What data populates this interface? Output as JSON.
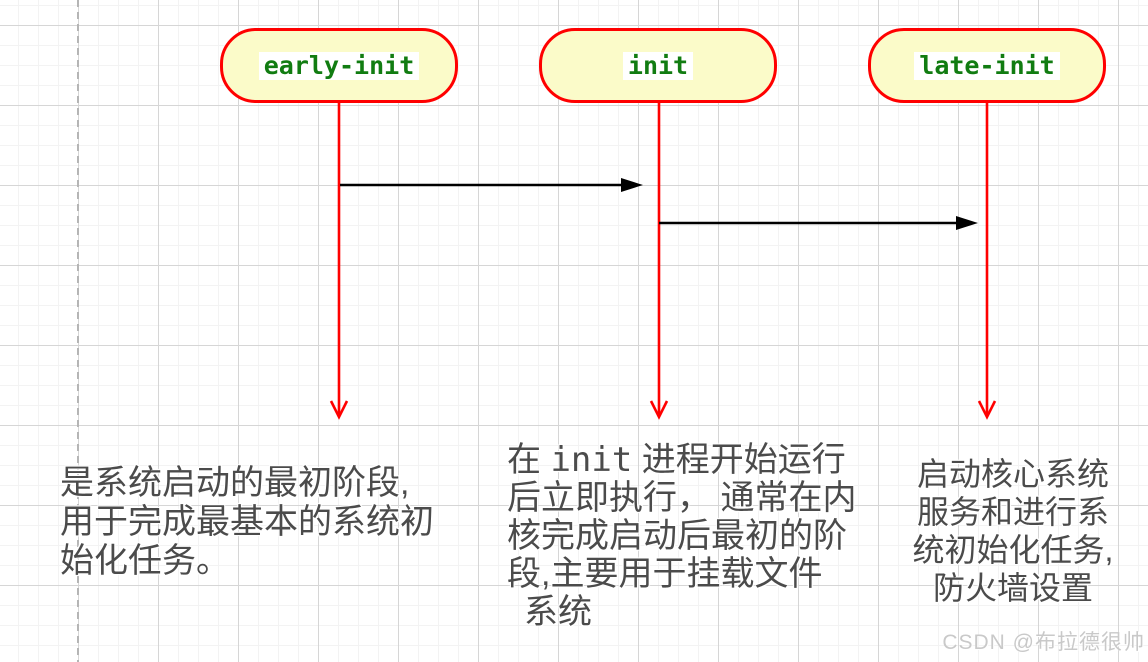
{
  "colors": {
    "node_border": "#ff0000",
    "node_fill": "#fbfbc9",
    "node_text": "#117c11",
    "lifeline": "#ff0000",
    "message_arrow": "#000000",
    "description_text": "#4b4b4b",
    "grid_minor": "#f3f3f3",
    "grid_major": "#d6d6d6",
    "dashed_guide": "#b5b5b5",
    "watermark": "#c9c9c9"
  },
  "nodes": [
    {
      "label": "early-init"
    },
    {
      "label": "init"
    },
    {
      "label": "late-init"
    }
  ],
  "descriptions": [
    {
      "lines": [
        "是系统启动的最初阶段,",
        "用于完成最基本的系统初",
        "始化任务。"
      ]
    },
    {
      "lines": [
        {
          "pre": "在 ",
          "code": "init",
          "post": " 进程开始运行"
        },
        "后立即执行， 通常在内",
        "核完成启动后最初的阶",
        "段,主要用于挂载文件",
        "系统"
      ]
    },
    {
      "lines": [
        "启动核心系统",
        "服务和进行系",
        "统初始化任务,",
        "防火墙设置"
      ]
    }
  ],
  "watermark": "CSDN @布拉德很帅"
}
